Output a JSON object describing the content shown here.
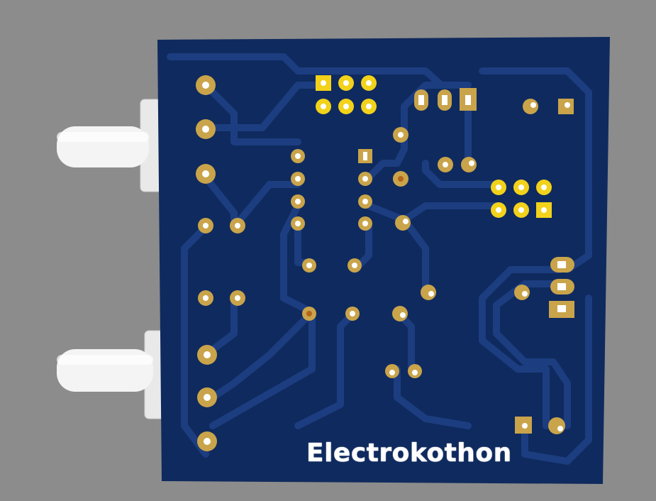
{
  "board": {
    "silkscreen_text": "Electrokothon",
    "colors": {
      "background": "#8c8c8c",
      "board": "#0f2a5e",
      "copper_trace": "#1b3c7e",
      "pad_gold": "#d4b24a",
      "pad_bright": "#f2d21a",
      "silkscreen": "#ffffff",
      "connector_body": "#e6e6e6"
    },
    "components": [
      {
        "name": "potentiometer-shaft-top",
        "icon": "cylinder-shaft"
      },
      {
        "name": "potentiometer-shaft-bottom",
        "icon": "cylinder-shaft"
      },
      {
        "name": "header-2x3-top",
        "icon": "pin-header"
      },
      {
        "name": "header-2x3-right",
        "icon": "pin-header"
      },
      {
        "name": "regulator-3pin-top",
        "icon": "to92-footprint"
      },
      {
        "name": "regulator-3pin-right",
        "icon": "to92-footprint"
      },
      {
        "name": "ic-dip8",
        "icon": "dip-footprint"
      }
    ]
  }
}
